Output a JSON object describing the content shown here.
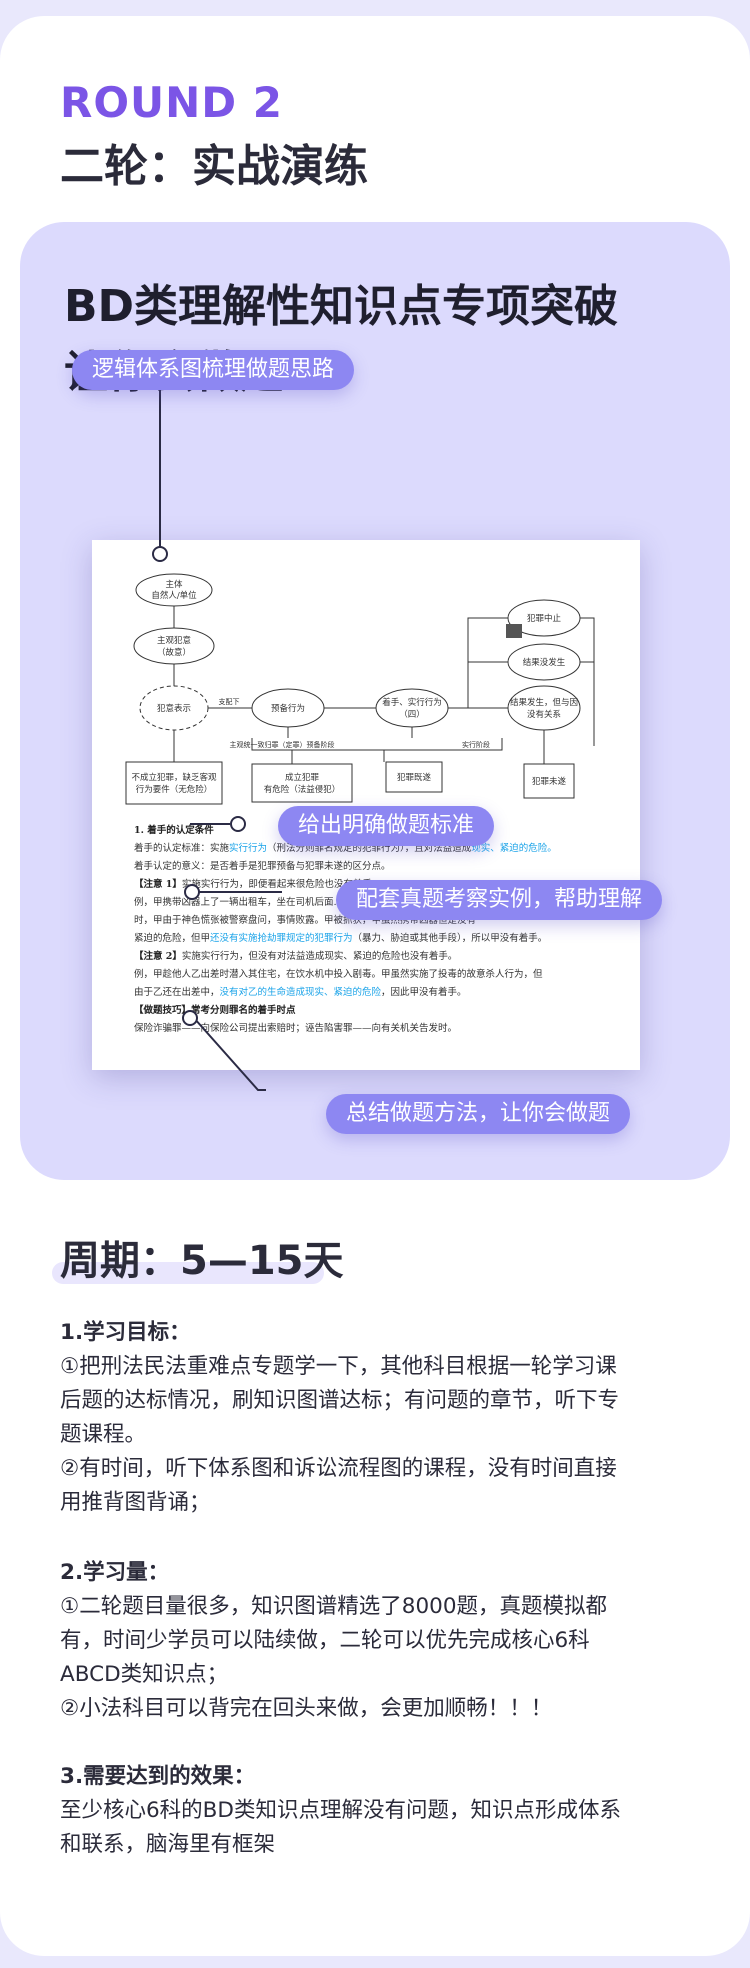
{
  "header": {
    "round_label": "ROUND 2",
    "round_title": "二轮：实战演练"
  },
  "panel": {
    "title_line1": "BD类理解性知识点专项突破",
    "title_line2": "让你会做题",
    "callouts": {
      "c1": "逻辑体系图梳理做题思路",
      "c2": "给出明确做题标准",
      "c3": "配套真题考察实例，帮助理解",
      "c4": "总结做题方法，让你会做题"
    }
  },
  "doc": {
    "nodes": {
      "subject_l1": "主体",
      "subject_l2": "自然人/单位",
      "subjective_l1": "主观犯意",
      "subjective_l2": "（故意）",
      "intent": "犯意表示",
      "support": "支配下",
      "prepare": "预备行为",
      "start_l1": "着手、实行行为",
      "start_l2": "（四）",
      "stop": "犯罪中止",
      "no_result": "结果没发生",
      "result_l1": "结果发生，但与因",
      "result_l2": "没有关系",
      "not_crime_l1": "不成立犯罪，缺乏客观",
      "not_crime_l2": "行为要件（无危险）",
      "crime_l1": "成立犯罪",
      "crime_l2": "有危险（法益侵犯）",
      "finished": "犯罪既遂",
      "attempt": "犯罪未遂",
      "phase_prepare": "主观统一致归罪（定罪）预备阶段",
      "phase_exec": "实行阶段"
    },
    "lines": {
      "l1": "1. 着手的认定条件",
      "l2a": "着手的认定标准：实施",
      "l2b": "实行行为",
      "l2c": "（刑法分则罪名规定的犯罪行为），且对法益造成",
      "l2d": "现实、紧迫的危险。",
      "l3": "着手认定的意义：是否着手是犯罪预备与犯罪未遂的区分点。",
      "l4a": "【注意 1】",
      "l4b": "实施实行行为，即便看起来很危险也没有着手。",
      "l5": "例，甲携带凶器上了一辆出租车，坐在司机后面……",
      "l6": "时，甲由于神色慌张被警察盘问，事情败露。甲被抓获，甲虽然携带凶器但是没有",
      "l7a": "紧迫的危险，但甲",
      "l7b": "还没有实施抢劫罪规定的犯罪行为",
      "l7c": "（暴力、胁迫或其他手段），所以甲没有着手。",
      "l8a": "【注意 2】",
      "l8b": "实施实行行为，但没有对法益造成现实、紧迫的危险也没有着手。",
      "l9": "例，甲趁他人乙出差时潜入其住宅，在饮水机中投入剧毒。甲虽然实施了投毒的故意杀人行为，但",
      "l10a": "由于乙还在出差中，",
      "l10b": "没有对乙的生命造成现实、紧迫的危险",
      "l10c": "，因此甲没有着手。",
      "l11a": "【做题技巧】",
      "l11b": "常考分则罪名的着手时点",
      "l12": "保险诈骗罪——向保险公司提出索赔时；诬告陷害罪——向有关机关告发时。"
    }
  },
  "period": {
    "title": "周期：5—15天"
  },
  "sections": {
    "goal_heading": "1.学习目标：",
    "goal_p1_l1": "①把刑法民法重难点专题学一下，其他科目根据一轮学习课",
    "goal_p1_l2": "后题的达标情况，刷知识图谱达标；有问题的章节，听下专",
    "goal_p1_l3": "题课程。",
    "goal_p2_l1": "②有时间，听下体系图和诉讼流程图的课程，没有时间直接",
    "goal_p2_l2": "用推背图背诵；",
    "amount_heading": "2.学习量：",
    "amount_p1_l1": "①二轮题目量很多，知识图谱精选了8000题，真题模拟都",
    "amount_p1_l2": "有，时间少学员可以陆续做，二轮可以优先完成核心6科",
    "amount_p1_l3": "ABCD类知识点；",
    "amount_p2_l1": "②小法科目可以背完在回头来做，会更加顺畅！！！",
    "effect_heading": "3.需要达到的效果：",
    "effect_p1_l1": "至少核心6科的BD类知识点理解没有问题，知识点形成体系",
    "effect_p1_l2": "和联系，脑海里有框架"
  }
}
